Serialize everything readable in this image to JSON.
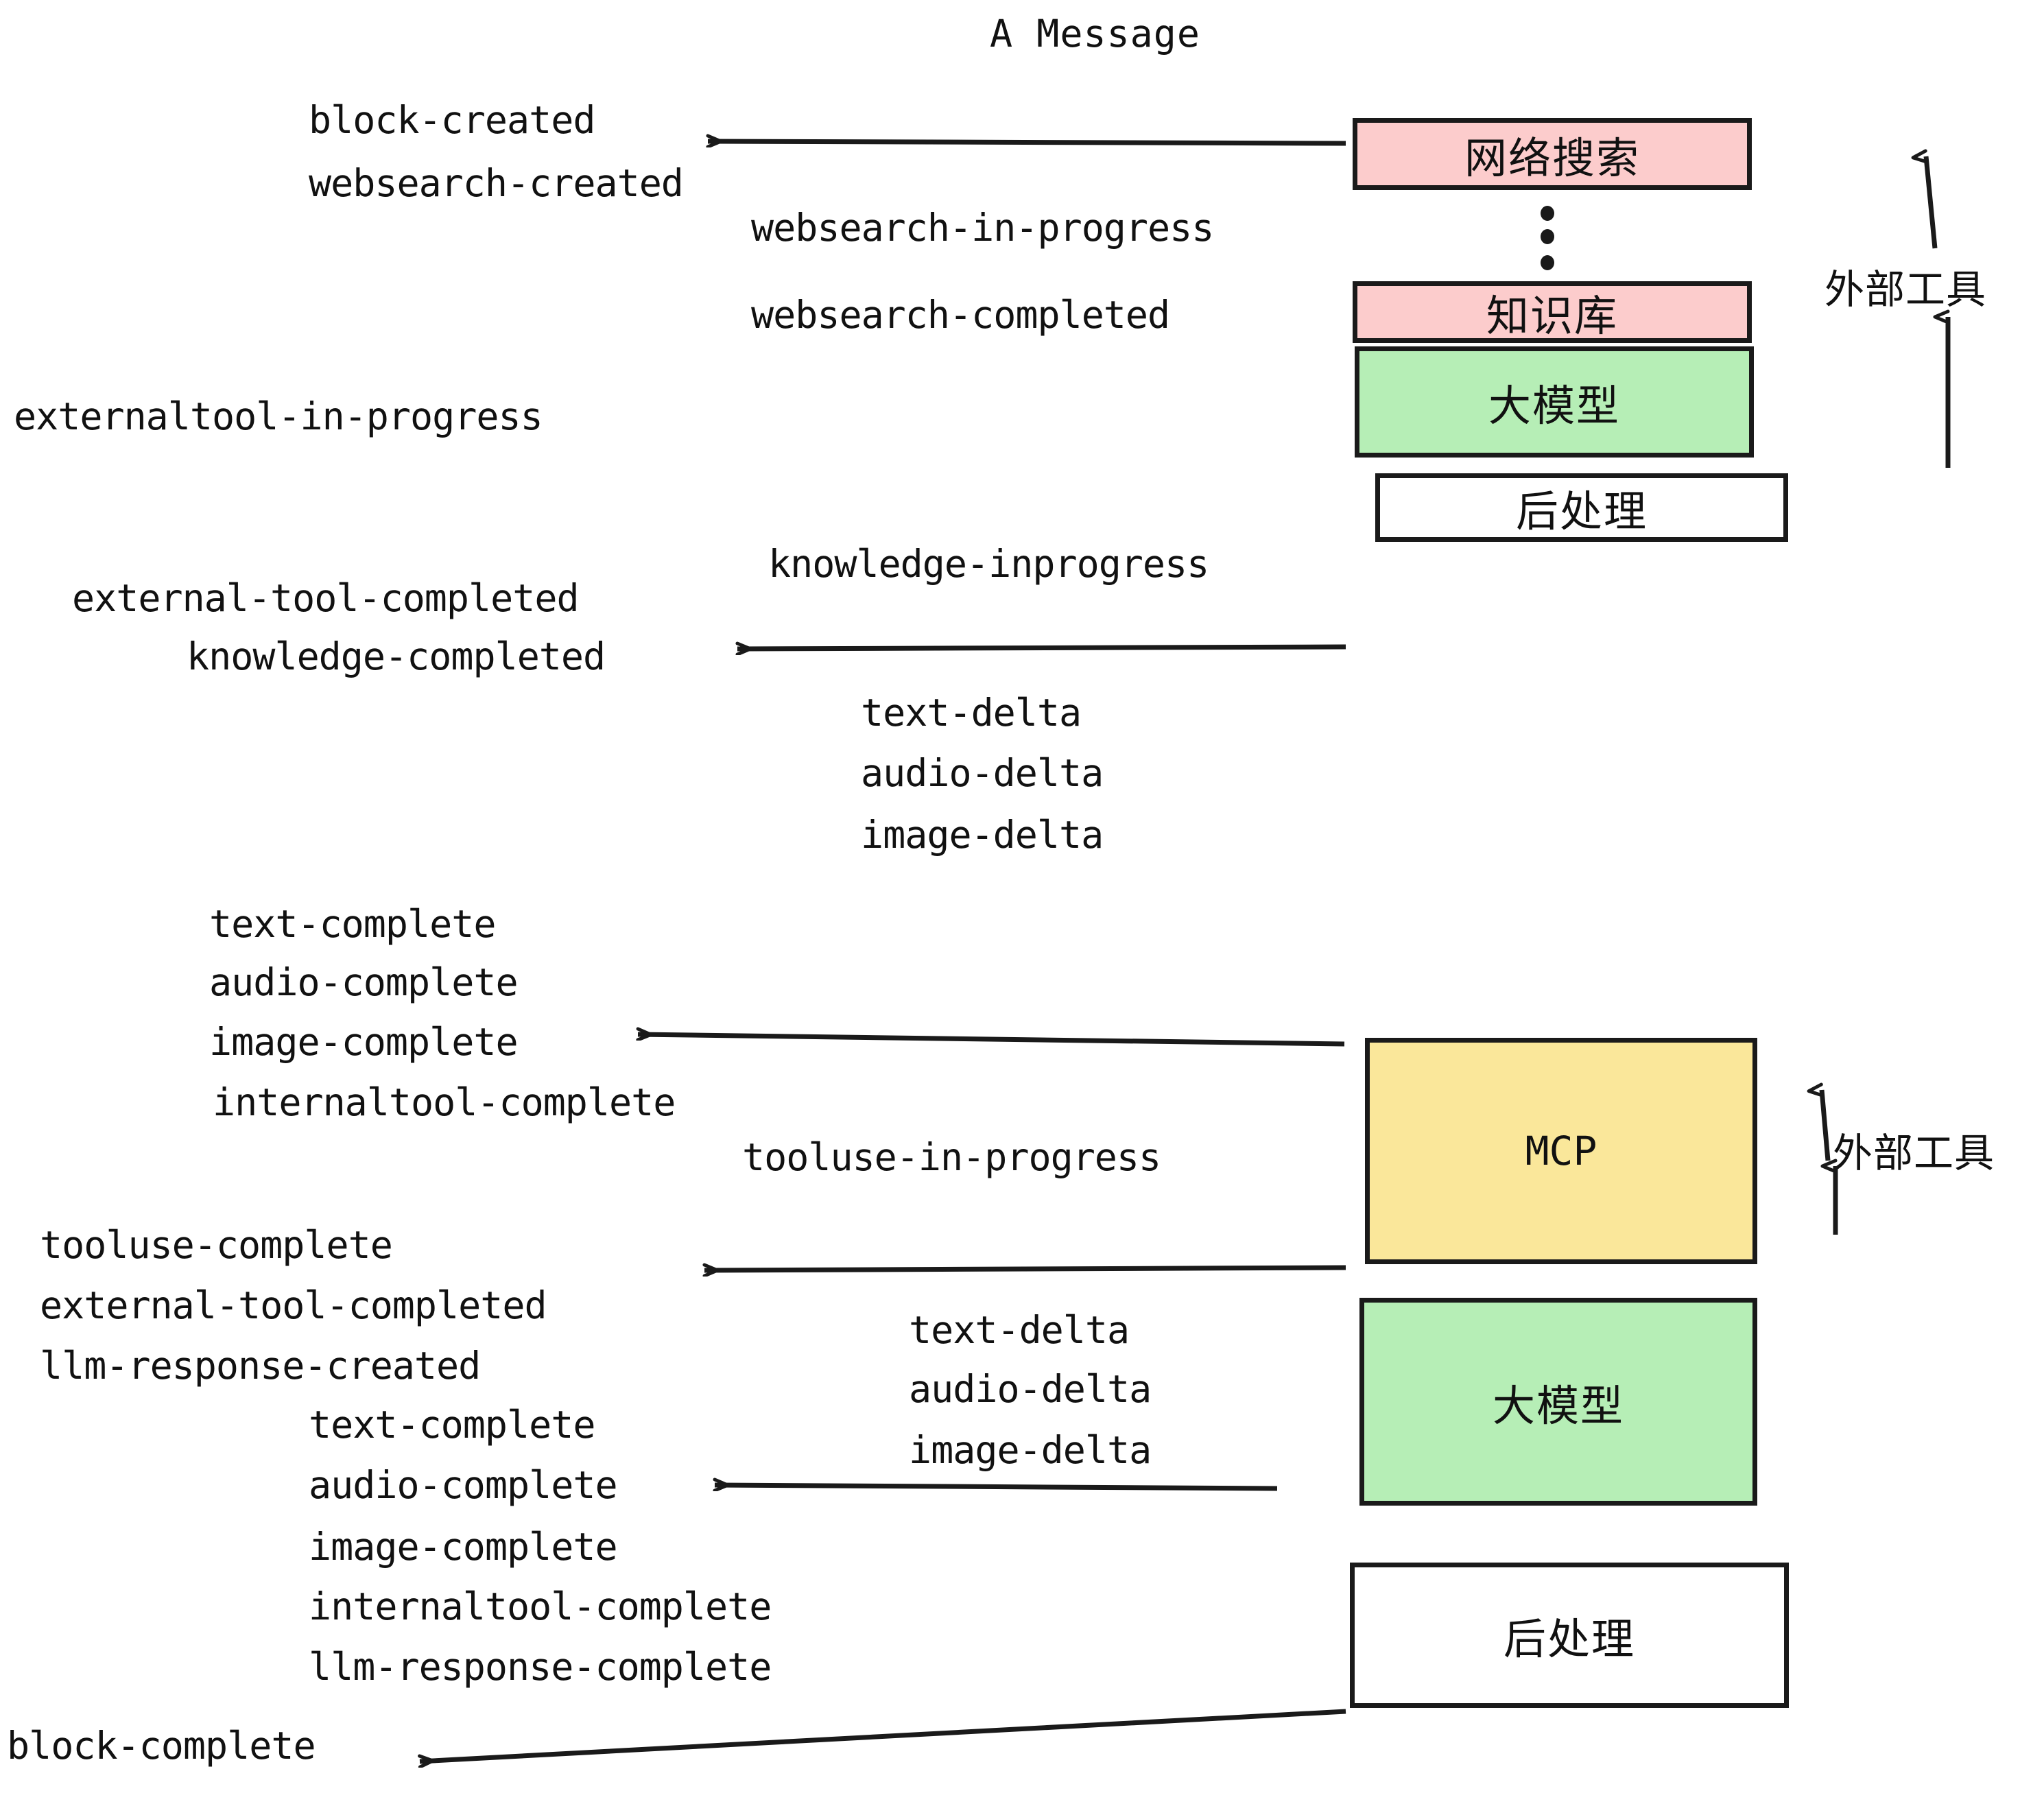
{
  "title": "A Message",
  "colors": {
    "pink": "#fccccc",
    "green": "#b6eeb6",
    "yellow": "#fae79a",
    "white": "#ffffff",
    "stroke": "#1a1a1a",
    "text": "#111111"
  },
  "boxes": [
    {
      "id": "websearch",
      "label": "网络搜索",
      "fill": "#fccccc",
      "script": "cjk"
    },
    {
      "id": "knowledge",
      "label": "知识库",
      "fill": "#fccccc",
      "script": "cjk"
    },
    {
      "id": "llm-1",
      "label": "大模型",
      "fill": "#b6eeb6",
      "script": "cjk"
    },
    {
      "id": "postprocess-1",
      "label": "后处理",
      "fill": "#ffffff",
      "script": "cjk"
    },
    {
      "id": "mcp",
      "label": "MCP",
      "fill": "#fae79a",
      "script": "latin"
    },
    {
      "id": "llm-2",
      "label": "大模型",
      "fill": "#b6eeb6",
      "script": "cjk"
    },
    {
      "id": "postprocess-2",
      "label": "后处理",
      "fill": "#ffffff",
      "script": "cjk"
    }
  ],
  "side_labels": [
    {
      "id": "external-tool-upper",
      "text": "外部工具"
    },
    {
      "id": "external-tool-lower",
      "text": "外部工具"
    }
  ],
  "events": [
    {
      "id": "block-created",
      "text": "block-created"
    },
    {
      "id": "websearch-created",
      "text": "websearch-created"
    },
    {
      "id": "websearch-in-progress",
      "text": "websearch-in-progress"
    },
    {
      "id": "websearch-completed",
      "text": "websearch-completed"
    },
    {
      "id": "externaltool-in-progress",
      "text": "externaltool-in-progress"
    },
    {
      "id": "knowledge-inprogress",
      "text": "knowledge-inprogress"
    },
    {
      "id": "external-tool-completed-1",
      "text": "external-tool-completed"
    },
    {
      "id": "knowledge-completed",
      "text": "knowledge-completed"
    },
    {
      "id": "text-delta-1",
      "text": "text-delta"
    },
    {
      "id": "audio-delta-1",
      "text": "audio-delta"
    },
    {
      "id": "image-delta-1",
      "text": "image-delta"
    },
    {
      "id": "text-complete-1",
      "text": "text-complete"
    },
    {
      "id": "audio-complete-1",
      "text": "audio-complete"
    },
    {
      "id": "image-complete-1",
      "text": "image-complete"
    },
    {
      "id": "internaltool-complete-1",
      "text": "internaltool-complete"
    },
    {
      "id": "tooluse-in-progress",
      "text": "tooluse-in-progress"
    },
    {
      "id": "tooluse-complete",
      "text": "tooluse-complete"
    },
    {
      "id": "external-tool-completed-2",
      "text": "external-tool-completed"
    },
    {
      "id": "llm-response-created",
      "text": "llm-response-created"
    },
    {
      "id": "text-delta-2",
      "text": "text-delta"
    },
    {
      "id": "audio-delta-2",
      "text": "audio-delta"
    },
    {
      "id": "image-delta-2",
      "text": "image-delta"
    },
    {
      "id": "text-complete-2",
      "text": "text-complete"
    },
    {
      "id": "audio-complete-2",
      "text": "audio-complete"
    },
    {
      "id": "image-complete-2",
      "text": "image-complete"
    },
    {
      "id": "internaltool-complete-2",
      "text": "internaltool-complete"
    },
    {
      "id": "llm-response-complete",
      "text": "llm-response-complete"
    },
    {
      "id": "block-complete",
      "text": "block-complete"
    }
  ]
}
